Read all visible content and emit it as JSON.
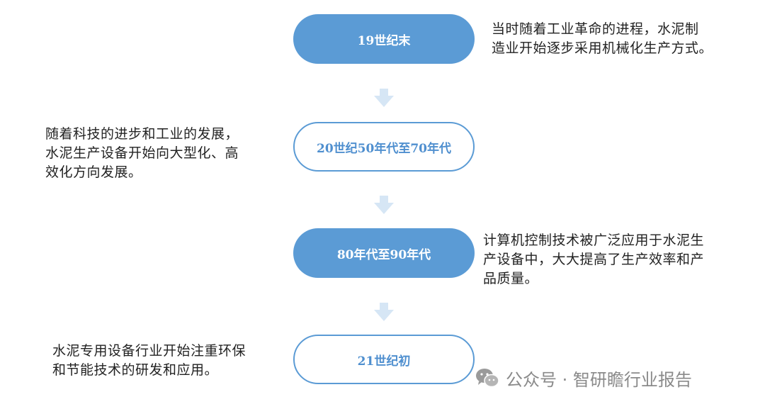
{
  "stages": [
    {
      "label": "19世纪末"
    },
    {
      "label": "20世纪50年代至70年代"
    },
    {
      "label": "80年代至90年代"
    },
    {
      "label": "21世纪初"
    }
  ],
  "descriptions": [
    {
      "lines": [
        "当时随着工业革命的进程，水泥制",
        "造业开始逐步采用机械化生产方式。"
      ]
    },
    {
      "lines": [
        "随着科技的进步和工业的发展，",
        "水泥生产设备开始向大型化、高",
        "效化方向发展。"
      ]
    },
    {
      "lines": [
        "计算机控制技术被广泛应用于水泥生",
        "产设备中，大大提高了生产效率和产",
        "品质量。"
      ]
    },
    {
      "lines": [
        "水泥专用设备行业开始注重环保",
        "和节能技术的研发和应用。"
      ]
    }
  ],
  "watermark": {
    "text": "公众号 · 智研瞻行业报告",
    "icon": "wechat-icon"
  },
  "colors": {
    "accent": "#5b9bd5",
    "arrow": "#d6e6f5"
  }
}
